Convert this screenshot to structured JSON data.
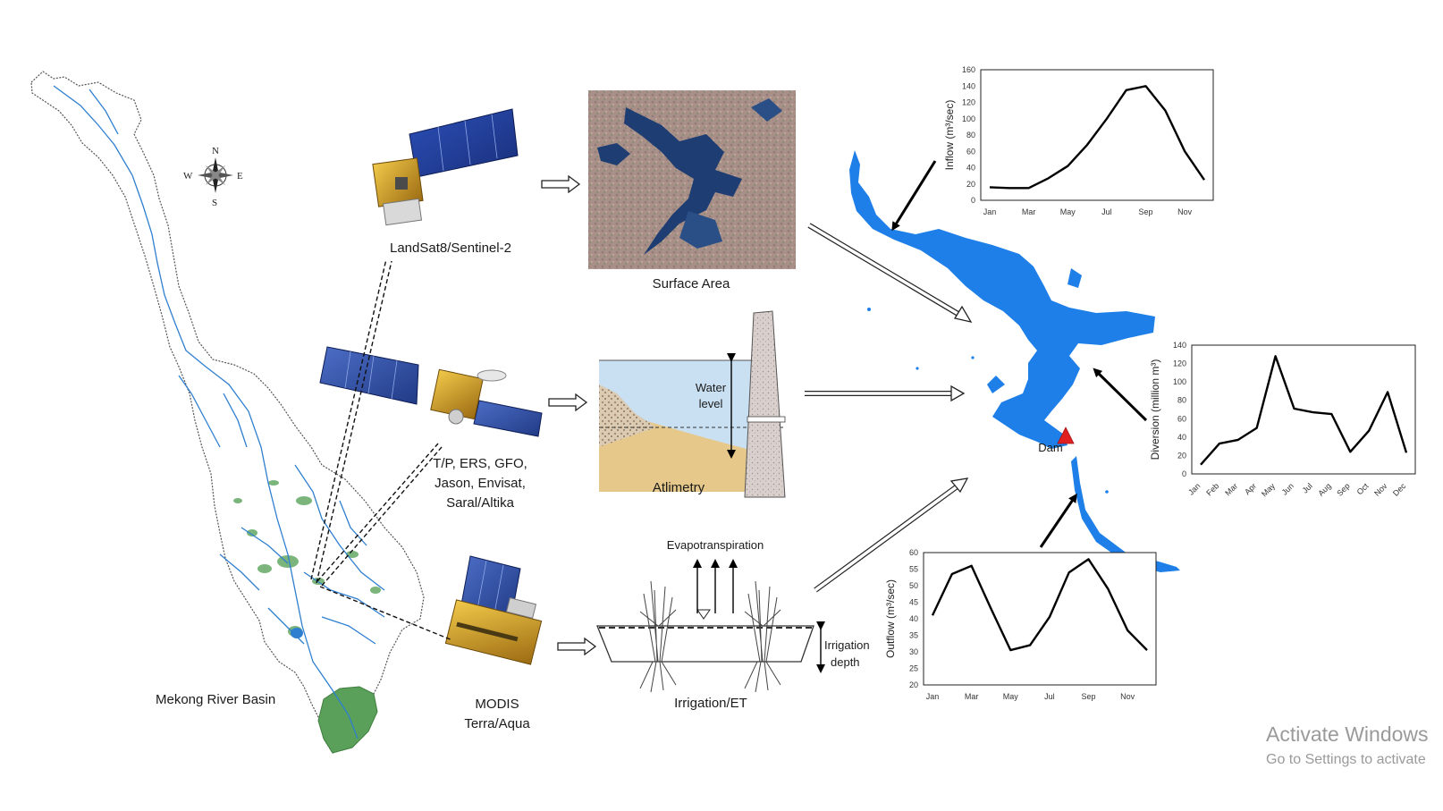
{
  "labels": {
    "basin": "Mekong River Basin",
    "landsat": "LandSat8/Sentinel-2",
    "altimetry_sats": [
      "T/P, ERS, GFO,",
      "Jason, Envisat,",
      "Saral/Altika"
    ],
    "modis": [
      "MODIS",
      "Terra/Aqua"
    ],
    "surface_area": "Surface Area",
    "altimetry": "Atlimetry",
    "water_level": [
      "Water",
      "level"
    ],
    "evapotranspiration": "Evapotranspiration",
    "irrigation_depth": [
      "Irrigation",
      "depth"
    ],
    "irrigation_et": "Irrigation/ET",
    "dam": "Dam"
  },
  "compass": {
    "n": "N",
    "s": "S",
    "e": "E",
    "w": "W"
  },
  "watermark": {
    "line1": "Activate Windows",
    "line2": "Go to Settings to activate"
  },
  "colors": {
    "water": "#1e7fe8",
    "basin_green": "#5aa05a",
    "dam": "#e02020",
    "river": "#2f7fd0"
  },
  "chart_data": [
    {
      "type": "line",
      "id": "inflow",
      "categories": [
        "Jan",
        "Feb",
        "Mar",
        "Apr",
        "May",
        "Jun",
        "Jul",
        "Aug",
        "Sep",
        "Oct",
        "Nov",
        "Dec"
      ],
      "tick_labels": [
        "Jan",
        "Mar",
        "May",
        "Jul",
        "Sep",
        "Nov"
      ],
      "values": [
        16,
        15,
        15,
        27,
        42,
        68,
        100,
        135,
        140,
        110,
        60,
        25
      ],
      "ylabel": "Inflow (m³/sec)",
      "ylim": [
        0,
        160
      ],
      "yticks": [
        0,
        20,
        40,
        60,
        80,
        100,
        120,
        140,
        160
      ]
    },
    {
      "type": "line",
      "id": "diversion",
      "categories": [
        "Jan",
        "Feb",
        "Mar",
        "Apr",
        "May",
        "Jun",
        "Jul",
        "Aug",
        "Sep",
        "Oct",
        "Nov",
        "Dec"
      ],
      "tick_labels": [
        "Jan",
        "Feb",
        "Mar",
        "Apr",
        "May",
        "Jun",
        "Jul",
        "Aug",
        "Sep",
        "Oct",
        "Nov",
        "Dec"
      ],
      "values": [
        10,
        33,
        37,
        50,
        128,
        71,
        67,
        65,
        24,
        47,
        89,
        23
      ],
      "ylabel": "Diversion (million m³)",
      "ylim": [
        0,
        140
      ],
      "yticks": [
        0,
        20,
        40,
        60,
        80,
        100,
        120,
        140
      ]
    },
    {
      "type": "line",
      "id": "outflow",
      "categories": [
        "Jan",
        "Feb",
        "Mar",
        "Apr",
        "May",
        "Jun",
        "Jul",
        "Aug",
        "Sep",
        "Oct",
        "Nov",
        "Dec"
      ],
      "tick_labels": [
        "Jan",
        "Mar",
        "May",
        "Jul",
        "Sep",
        "Nov"
      ],
      "values": [
        41,
        53.5,
        56,
        43,
        30.5,
        32,
        40.5,
        54,
        58,
        49,
        36.5,
        30.5
      ],
      "ylabel": "Outflow (m³/sec)",
      "ylim": [
        20,
        60
      ],
      "yticks": [
        20,
        25,
        30,
        35,
        40,
        45,
        50,
        55,
        60
      ]
    }
  ]
}
